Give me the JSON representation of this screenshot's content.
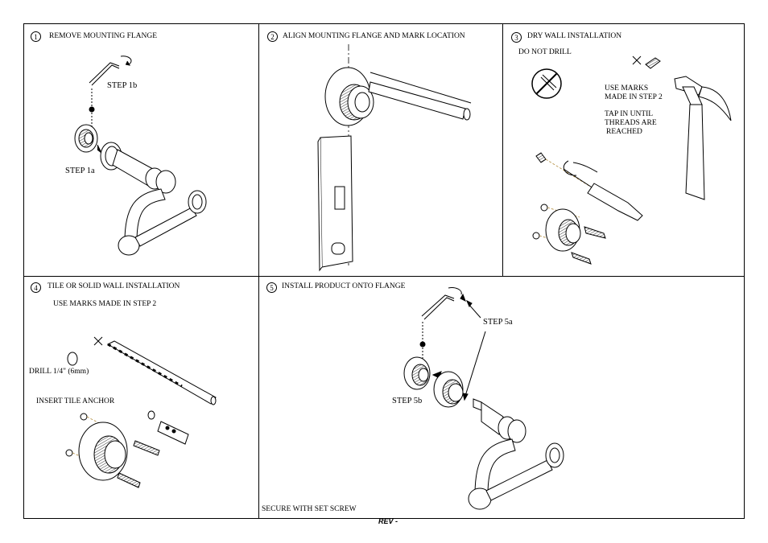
{
  "steps": [
    {
      "number": "1",
      "title": "REMOVE MOUNTING FLANGE",
      "labels": {
        "a": "STEP 1b",
        "b": "STEP 1a"
      }
    },
    {
      "number": "2",
      "title": "ALIGN MOUNTING FLANGE AND MARK LOCATION"
    },
    {
      "number": "3",
      "title": "DRY WALL INSTALLATION",
      "labels": {
        "a": "DO NOT DRILL",
        "b": "USE MARKS",
        "c": "MADE IN STEP 2",
        "d": "TAP IN UNTIL",
        "e": "THREADS ARE",
        "f": "REACHED"
      }
    },
    {
      "number": "4",
      "title": "TILE OR SOLID WALL INSTALLATION",
      "labels": {
        "a": "USE MARKS MADE IN STEP 2",
        "b": "DRILL 1/4\" (6mm)",
        "c": "INSERT TILE ANCHOR"
      }
    },
    {
      "number": "5",
      "title": "INSTALL PRODUCT ONTO FLANGE",
      "labels": {
        "a": "STEP 5a",
        "b": "STEP 5b",
        "c": "SECURE WITH SET SCREW"
      }
    }
  ],
  "footer": {
    "rev": "REV -"
  }
}
